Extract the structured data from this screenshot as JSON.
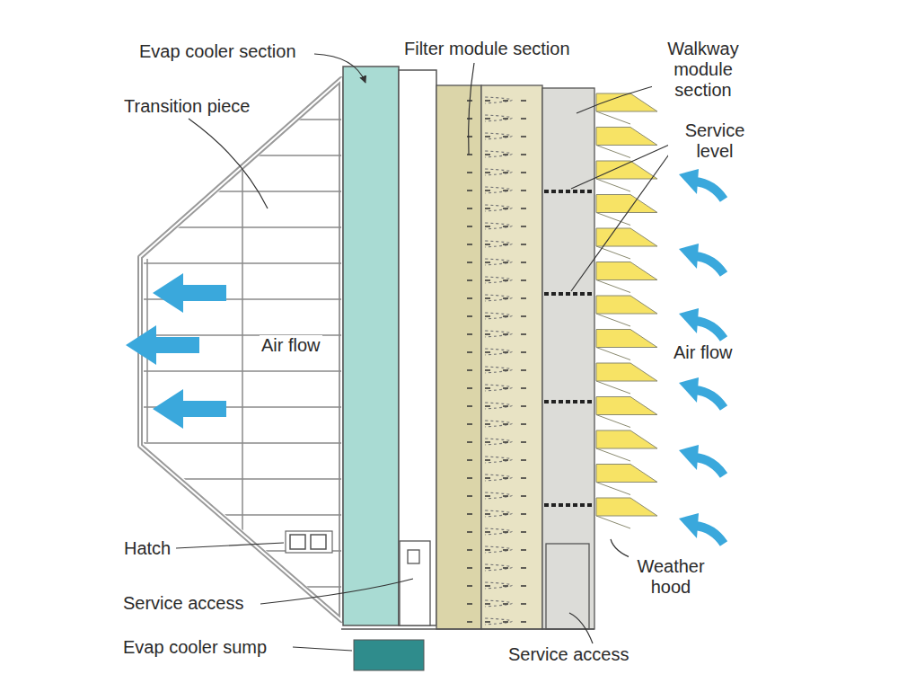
{
  "diagram": {
    "labels": [
      "Evap cooler section",
      "Filter module section",
      "Walkway module section",
      "Transition piece",
      "Service level",
      "Air flow",
      "Air flow",
      "Hatch",
      "Service access",
      "Evap cooler sump",
      "Weather hood",
      "Service access"
    ]
  }
}
